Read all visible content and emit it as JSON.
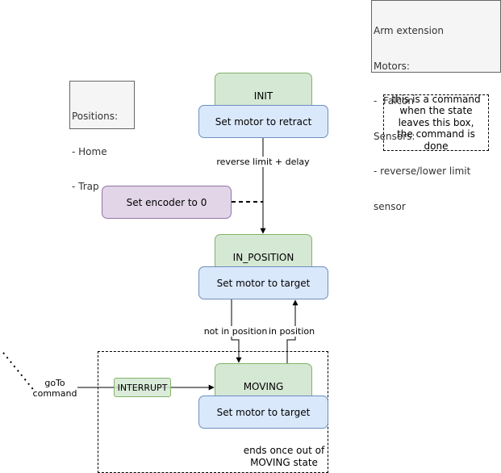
{
  "notes": {
    "arm_extension": [
      "Arm extension",
      "Motors:",
      "-  Falcon",
      "Sensors:",
      "- reverse/lower limit",
      "sensor"
    ],
    "positions": [
      "Positions:",
      "- Home",
      "- Trap"
    ],
    "legend": "this is a command when the state leaves this box, the command is done"
  },
  "states": {
    "init": "INIT",
    "in_position": "IN_POSITION",
    "moving": "MOVING",
    "interrupt": "INTERRUPT"
  },
  "actions": {
    "retract": "Set motor to retract",
    "target_1": "Set motor to target",
    "target_2": "Set motor to target",
    "encoder": "Set encoder to 0"
  },
  "transitions": {
    "reverse_limit": "reverse limit + delay",
    "not_in_position": "not in position",
    "in_position": "in position",
    "goto": "goTo\ncommand"
  },
  "group": {
    "caption": "ends once out of\nMOVING state"
  }
}
